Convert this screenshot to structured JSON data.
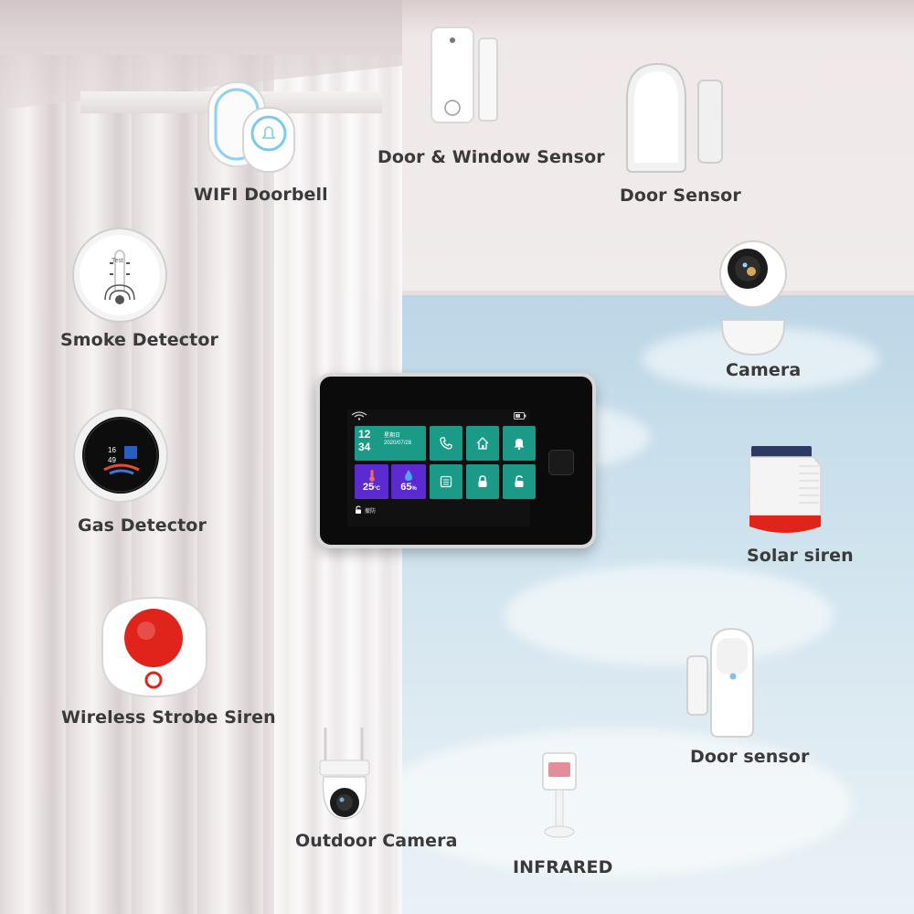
{
  "labels": {
    "wifi_doorbell": "WIFI Doorbell",
    "door_window_sensor": "Door & Window Sensor",
    "door_sensor_top": "Door Sensor",
    "smoke_detector": "Smoke Detector",
    "camera": "Camera",
    "gas_detector": "Gas Detector",
    "solar_siren": "Solar siren",
    "wireless_strobe_siren": "Wireless Strobe Siren",
    "door_sensor_bottom": "Door sensor",
    "outdoor_camera": "Outdoor Camera",
    "infrared": "INFRARED"
  },
  "panel": {
    "time_hour": "12",
    "time_minute": "34",
    "weekday": "星期日",
    "date": "2020/07/28",
    "temperature": "25",
    "temperature_unit": "°C",
    "humidity": "65",
    "humidity_unit": "%",
    "status_text": "撤防"
  },
  "smoke": {
    "test_label": "Test"
  },
  "gas": {
    "reading_top": "16",
    "reading_bottom": "49"
  },
  "colors": {
    "label": "#3a3a3a",
    "tile_teal": "#1b9a87",
    "tile_purple": "#5b2bd1",
    "siren_red": "#e0241c",
    "window_sky": "#cfe3ee"
  },
  "icons": {
    "phone": "phone-icon",
    "home": "home-icon",
    "bell": "bell-icon",
    "thermometer": "thermometer-icon",
    "droplet": "droplet-icon",
    "list": "list-icon",
    "lock": "lock-icon",
    "unlock": "unlock-icon",
    "wifi": "wifi-icon",
    "battery": "battery-icon"
  }
}
